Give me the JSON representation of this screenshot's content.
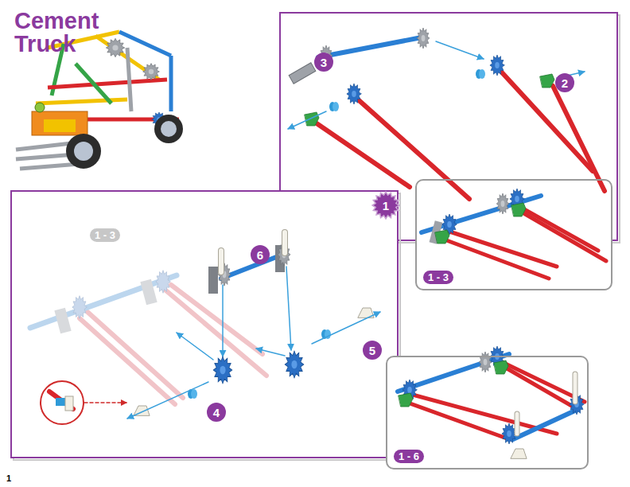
{
  "diagram": {
    "title": "Cement Truck",
    "nodes": [
      {
        "text": [
          "3"
        ]
      },
      {
        "text": [
          "2"
        ]
      },
      {
        "text": [
          "1"
        ]
      },
      {
        "text": [
          "1 - 3"
        ]
      },
      {
        "text": [
          "6"
        ]
      },
      {
        "text": [
          "5"
        ]
      },
      {
        "text": [
          "4"
        ]
      },
      {
        "text": [
          "1 - 6"
        ]
      }
    ],
    "labels": [
      "1 - 3",
      "1"
    ]
  }
}
